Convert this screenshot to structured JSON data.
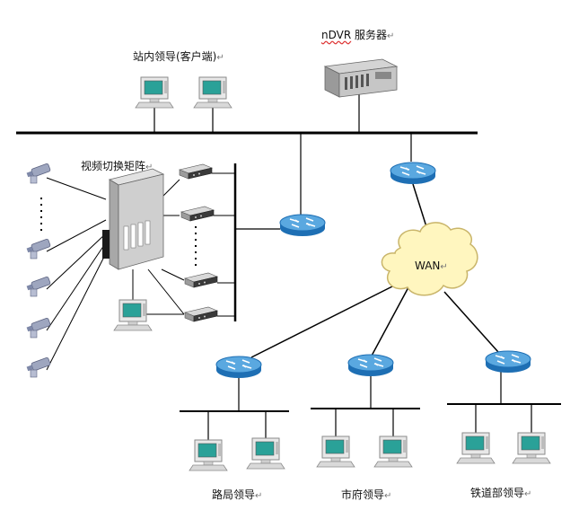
{
  "labels": {
    "clients": "站内领导(客户端)",
    "ndvr_prefix": "nDVR",
    "ndvr_suffix": " 服务器",
    "matrix": "视频切换矩阵",
    "wan": "WAN",
    "bureau": "路局领导",
    "city": "市府领导",
    "railway": "铁道部领导",
    "return_mark": "↵"
  },
  "colors": {
    "router_body": "#1e6fb4",
    "router_top": "#5aa8e0",
    "cloud_fill": "#fff6bf",
    "cloud_stroke": "#c9b56a",
    "line": "#000000",
    "screen": "#2aa198"
  },
  "icons": [
    "camera-icon",
    "computer-icon",
    "router-icon",
    "server-icon",
    "encoder-icon",
    "matrix-icon",
    "cloud-icon"
  ]
}
